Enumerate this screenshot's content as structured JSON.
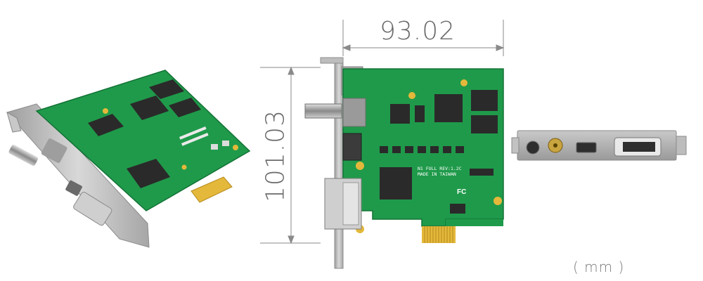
{
  "dimensions": {
    "width": "93.02",
    "height": "101.03",
    "unit": "( mm )"
  },
  "board": {
    "front_text_line1": "N1 FULL REV:1.2C",
    "front_text_line2": "MADE IN TAIWAN"
  },
  "colors": {
    "pcb": "#1f9a4a",
    "pcb_dark": "#157a37",
    "bracket": "#b8b8b8",
    "chip": "#2a2a2a",
    "gold": "#e4b83a",
    "dimension_line": "#8a8a8a"
  }
}
